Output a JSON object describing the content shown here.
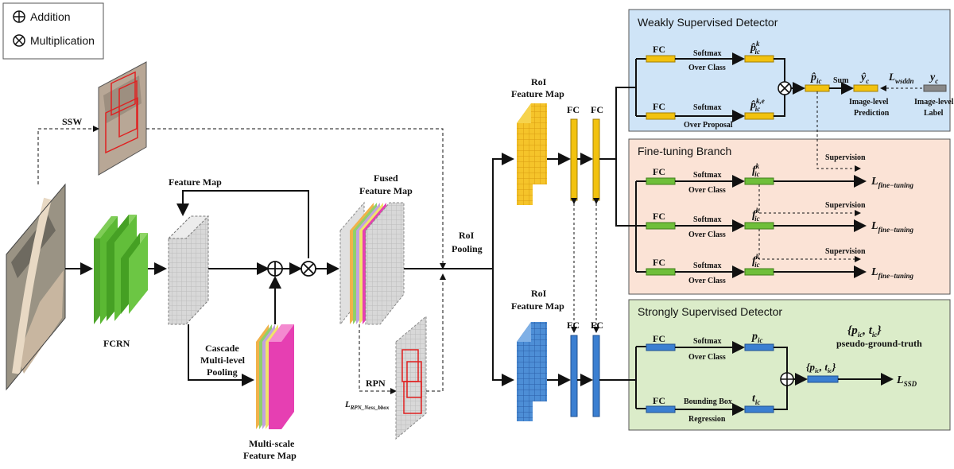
{
  "legend": {
    "addition": "Addition",
    "multiplication": "Multiplication"
  },
  "left": {
    "ssw": "SSW",
    "fcrn": "FCRN",
    "feature_map": "Feature Map",
    "cascade": [
      "Cascade",
      "Multi-level",
      "Pooling"
    ],
    "multiscale": [
      "Multi-scale",
      "Feature Map"
    ],
    "fused": [
      "Fused",
      "Feature Map"
    ],
    "roi_pooling": [
      "RoI",
      "Pooling"
    ],
    "rpn": "RPN",
    "rpn_loss": "L",
    "rpn_loss_sub": "RPN_Ness_bbox"
  },
  "mid": {
    "roi_top": [
      "RoI",
      "Feature Map"
    ],
    "roi_bottom": [
      "RoI",
      "Feature Map"
    ],
    "fc": "FC"
  },
  "wsd": {
    "title": "Weakly Supervised Detector",
    "fc": "FC",
    "softmax": "Softmax",
    "over_class": "Over Class",
    "over_proposal": "Over Proposal",
    "p_top": "p̂",
    "p_top_sup": "k",
    "p_top_sub": "ic",
    "p_bot": "p̂",
    "p_bot_sup": "k,e",
    "p_bot_sub": "ic",
    "p_sum": "p̂",
    "p_sum_sub": "ic",
    "sum": "Sum",
    "yhat": "ŷ",
    "yhat_sub": "c",
    "loss": "L",
    "loss_sub": "wsddn",
    "y": "y",
    "y_sub": "c",
    "img_pred": [
      "Image-level",
      "Prediction"
    ],
    "img_label": [
      "Image-level",
      "Label"
    ]
  },
  "ftb": {
    "title": "Fine-tuning Branch",
    "supervision": "Supervision",
    "f": "f",
    "f_sup": "k",
    "f_sub": "ic",
    "loss": "L",
    "loss_sub": "fine−tuning"
  },
  "ssd": {
    "title": "Strongly Supervised Detector",
    "bbox": "Bounding Box",
    "regression": "Regression",
    "p": "p",
    "p_sub": "ic",
    "t": "t",
    "t_sub": "ic",
    "pair": "{p",
    "pair_mid": ", t",
    "pair_end": "}",
    "pgt": "pseudo-ground-truth",
    "loss": "L",
    "loss_sub": "SSD"
  },
  "colors": {
    "wsd_bg": "#cfe4f7",
    "ftb_bg": "#fbe3d6",
    "ssd_bg": "#dbecc9",
    "yellow": "#f2c20f",
    "green": "#6fbf3a",
    "blue": "#3b7fd1"
  }
}
